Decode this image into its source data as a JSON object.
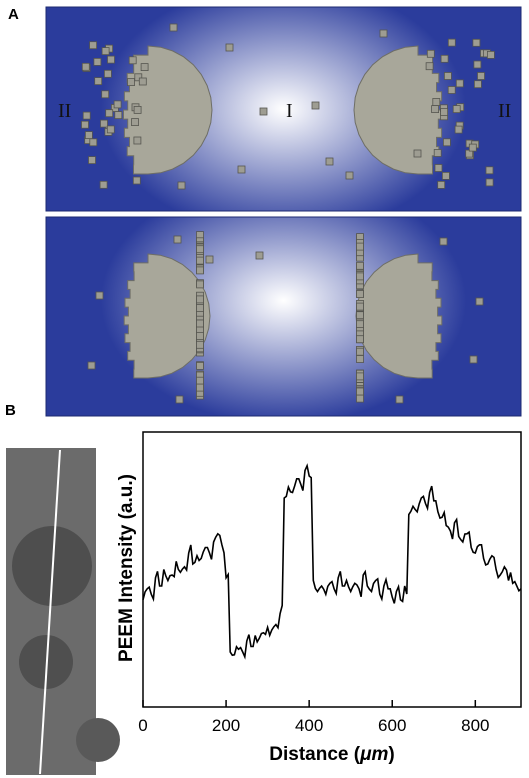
{
  "panel_labels": {
    "a": "A",
    "b": "B"
  },
  "diagram": {
    "zone_labels": {
      "left_outer": "II",
      "center": "I",
      "right_outer": "II"
    },
    "colors": {
      "glow_center": "#ffffff",
      "glow_edge": "#2b3c9c",
      "domain_fill": "#a8a79a",
      "domain_stroke": "#6e6e66",
      "particle_fill": "#9e9d92",
      "particle_stroke": "#55554f"
    }
  },
  "micrograph": {
    "background": "#6b6b6b",
    "line_color": "#ffffff"
  },
  "chart_data": {
    "type": "line",
    "xlabel": "Distance (",
    "xlabel_unit": "μm",
    "xlabel_end": ")",
    "ylabel": "PEEM Intensity (a.u.)",
    "xlim": [
      0,
      910
    ],
    "ylim": [
      0,
      1
    ],
    "xticks": [
      0,
      200,
      400,
      600,
      800
    ],
    "yticks_shown": false,
    "grid": false,
    "series": [
      {
        "x": [
          0,
          10,
          20,
          30,
          40,
          50,
          60,
          70,
          80,
          90,
          100,
          110,
          120,
          130,
          140,
          150,
          160,
          170,
          180,
          190,
          200,
          210,
          220,
          230,
          240,
          250,
          260,
          270,
          280,
          290,
          300,
          310,
          320,
          330,
          340,
          350,
          360,
          370,
          380,
          390,
          400,
          410,
          420,
          430,
          440,
          450,
          460,
          470,
          480,
          490,
          500,
          510,
          520,
          530,
          540,
          550,
          560,
          570,
          580,
          590,
          600,
          610,
          620,
          630,
          640,
          650,
          660,
          670,
          680,
          690,
          700,
          710,
          720,
          730,
          740,
          750,
          760,
          770,
          780,
          790,
          800,
          810,
          820,
          830,
          840,
          850,
          860,
          870,
          880,
          890,
          900,
          910
        ],
        "y": [
          0.39,
          0.43,
          0.41,
          0.47,
          0.44,
          0.5,
          0.46,
          0.48,
          0.53,
          0.49,
          0.51,
          0.56,
          0.52,
          0.55,
          0.54,
          0.58,
          0.56,
          0.6,
          0.63,
          0.59,
          0.47,
          0.2,
          0.19,
          0.21,
          0.2,
          0.24,
          0.22,
          0.26,
          0.25,
          0.27,
          0.29,
          0.28,
          0.3,
          0.34,
          0.76,
          0.8,
          0.78,
          0.83,
          0.81,
          0.86,
          0.84,
          0.46,
          0.42,
          0.44,
          0.41,
          0.45,
          0.43,
          0.47,
          0.44,
          0.46,
          0.42,
          0.45,
          0.43,
          0.48,
          0.44,
          0.42,
          0.46,
          0.41,
          0.44,
          0.43,
          0.4,
          0.42,
          0.39,
          0.44,
          0.7,
          0.73,
          0.71,
          0.76,
          0.74,
          0.78,
          0.75,
          0.71,
          0.69,
          0.66,
          0.64,
          0.67,
          0.62,
          0.6,
          0.63,
          0.58,
          0.56,
          0.59,
          0.54,
          0.52,
          0.55,
          0.5,
          0.48,
          0.51,
          0.46,
          0.45,
          0.44,
          0.43
        ]
      }
    ]
  }
}
